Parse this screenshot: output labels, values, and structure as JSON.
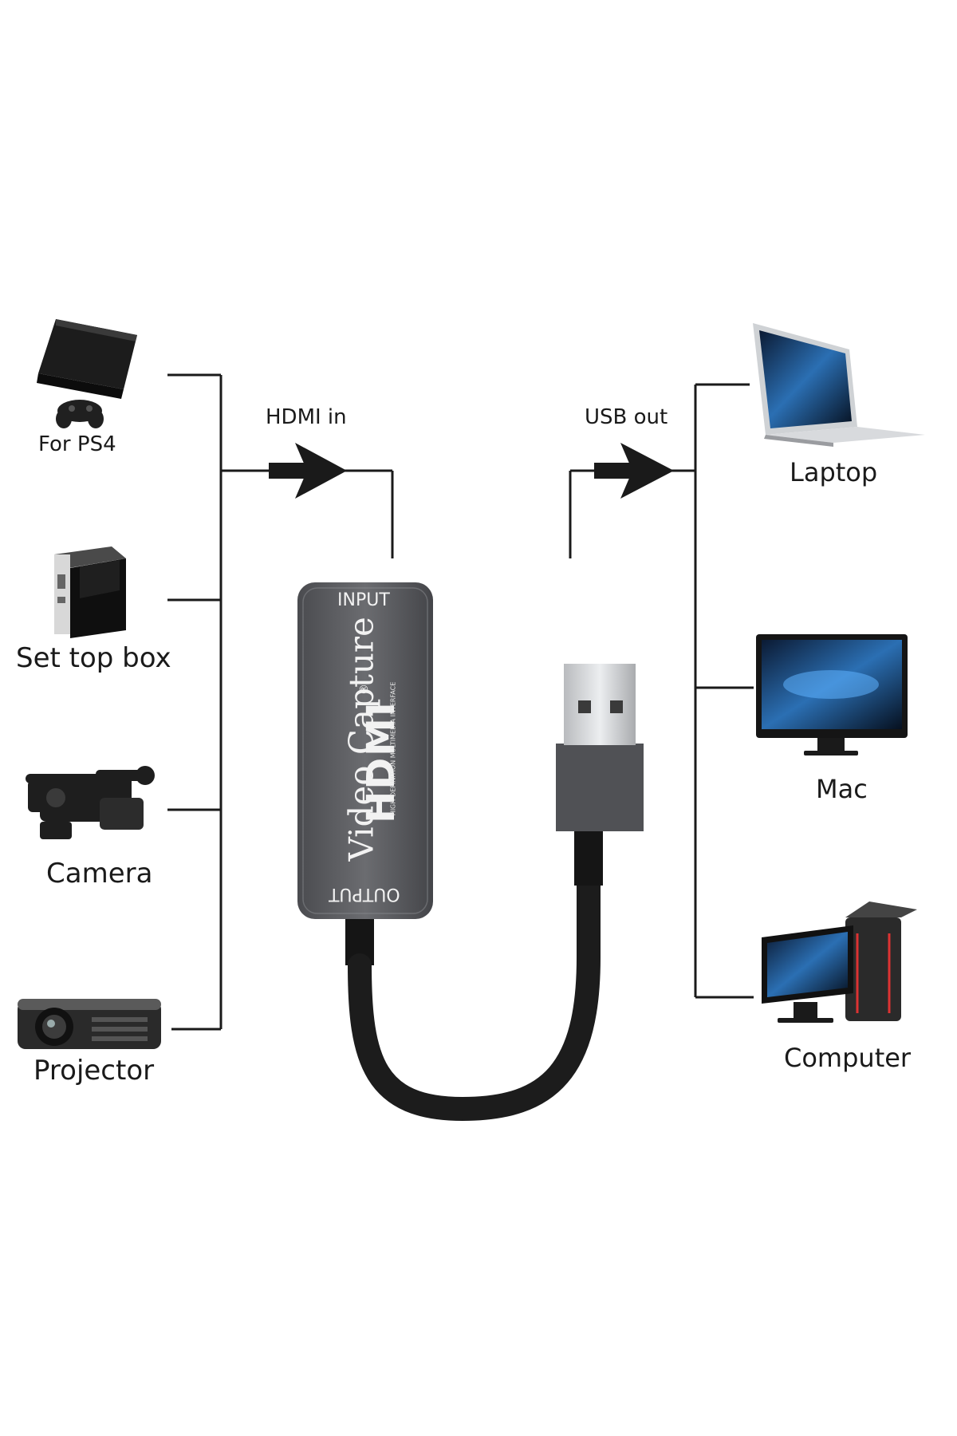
{
  "diagram": {
    "sources": [
      {
        "id": "ps4",
        "label": "For PS4",
        "icon": "ps4-console-icon"
      },
      {
        "id": "settop",
        "label": "Set top box",
        "icon": "set-top-box-icon"
      },
      {
        "id": "camera",
        "label": "Camera",
        "icon": "camcorder-icon"
      },
      {
        "id": "projector",
        "label": "Projector",
        "icon": "projector-icon"
      }
    ],
    "destinations": [
      {
        "id": "laptop",
        "label": "Laptop",
        "icon": "laptop-icon"
      },
      {
        "id": "mac",
        "label": "Mac",
        "icon": "monitor-icon"
      },
      {
        "id": "computer",
        "label": "Computer",
        "icon": "desktop-computer-icon"
      }
    ],
    "input_flow": {
      "label": "HDMI in"
    },
    "output_flow": {
      "label": "USB out"
    },
    "device": {
      "input_label": "INPUT",
      "output_label": "OUTPUT",
      "title": "Video Capture",
      "logo_text": "HDMI",
      "logo_subtext": "HIGH-DEFINITION MULTIMEDIA INTERFACE",
      "registered_mark": "®"
    },
    "colors": {
      "line": "#1a1a1a",
      "device_body": "#5c5d61",
      "device_text": "#f2f2f2",
      "cable": "#1c1c1c",
      "usb_metal": "#cfd1d4"
    }
  }
}
